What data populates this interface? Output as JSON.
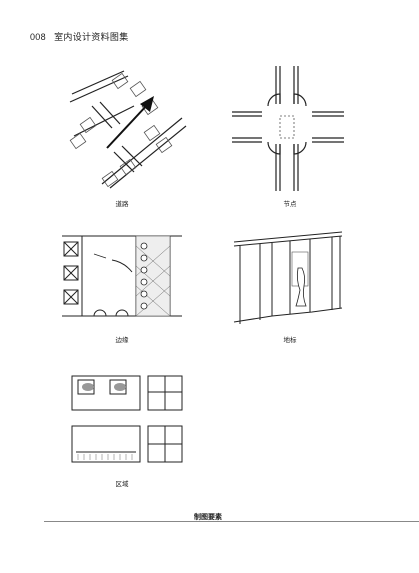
{
  "header": {
    "page_number": "008",
    "book_title": "室内设计资料图集"
  },
  "figures": {
    "path": {
      "caption": "道路"
    },
    "node": {
      "caption": "节点"
    },
    "edge": {
      "caption": "边缘"
    },
    "landmark": {
      "caption": "地标"
    },
    "district": {
      "caption": "区域"
    }
  },
  "footer": {
    "title": "制图要素"
  }
}
